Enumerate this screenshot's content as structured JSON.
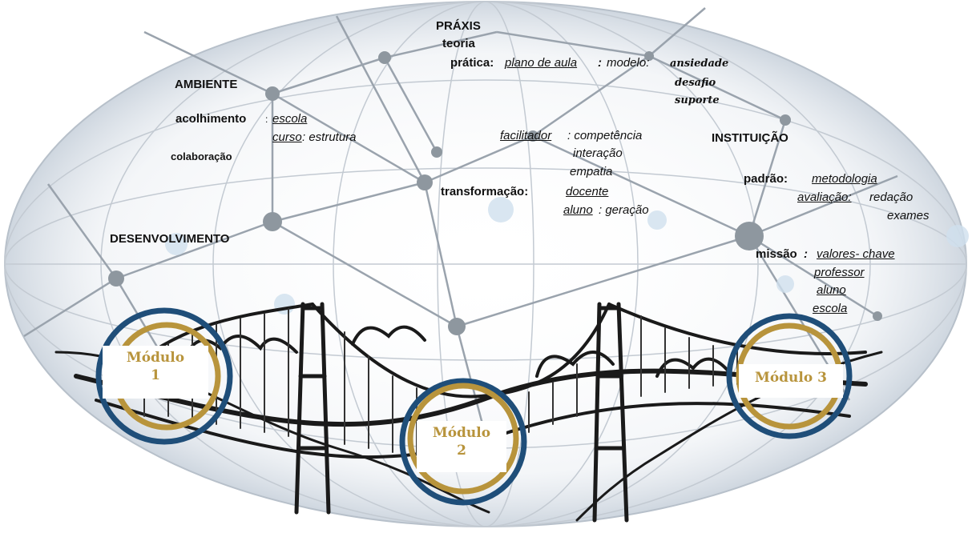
{
  "praxis": {
    "title": "PRÁXIS",
    "teoria": "teoria",
    "pratica": "prática:",
    "plano": "plano de aula",
    "colon": ":",
    "modelo": "modelo:",
    "ansiedade": "ansiedade",
    "desafio": "desafio",
    "suporte": "suporte"
  },
  "ambiente": {
    "title": "AMBIENTE",
    "acolhimento": "acolhimento",
    "colon": ":",
    "escola": "escola",
    "curso": "curso",
    "estrutura": ": estrutura",
    "colaboracao": "colaboração"
  },
  "desenvolvimento": {
    "title": "DESENVOLVIMENTO"
  },
  "transformacao": {
    "facilitador": "facilitador",
    "competencia": ": competência",
    "interacao": "interação",
    "empatia": "empatia",
    "label": "transformação:",
    "docente": "docente",
    "aluno": "aluno",
    "geracao": ": geração"
  },
  "instituicao": {
    "title": "INSTITUIÇÃO",
    "padrao": "padrão:",
    "metodologia": "metodologia",
    "avaliacao": "avaliação:",
    "redacao": "redação",
    "exames": "exames",
    "missao": "missão",
    "missao_colon": ":",
    "valores": "valores- chave",
    "professor": "professor",
    "aluno": "aluno",
    "escola": "escola"
  },
  "modules": {
    "m1a": "Módulo",
    "m1b": "1",
    "m2a": "Módulo",
    "m2b": "2",
    "m3": "Módulo 3"
  },
  "colors": {
    "navy": "#1f4e79",
    "gold": "#b8943c",
    "network": "#9aa3ad"
  }
}
